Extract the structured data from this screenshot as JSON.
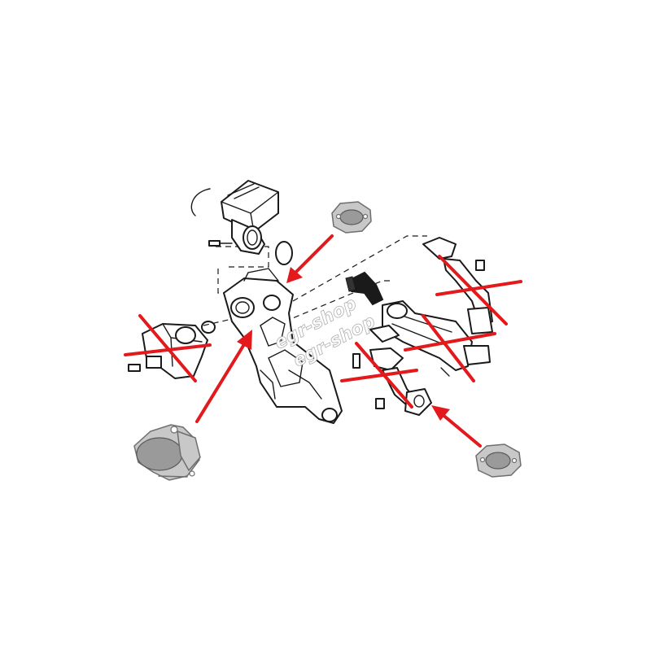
{
  "diagram": {
    "watermark": "egr-shop",
    "colors": {
      "background": "#ffffff",
      "cross_mark": "#e3191b",
      "arrow": "#e3191b",
      "line_art": "#1a1a1a",
      "blanking_plate": "#c8c8c8"
    },
    "crossed_parts": [
      "left-egr-valve",
      "egr-cooler-pipe-upper",
      "egr-cooler",
      "egr-pipe-lower"
    ],
    "arrows": [
      "plate-top-to-manifold",
      "cover-to-manifold",
      "plate-bottom-to-pipe"
    ],
    "icons": [
      "throttle-body-icon",
      "intake-manifold-icon",
      "blanking-plate-icon",
      "elbow-hose-icon"
    ]
  }
}
